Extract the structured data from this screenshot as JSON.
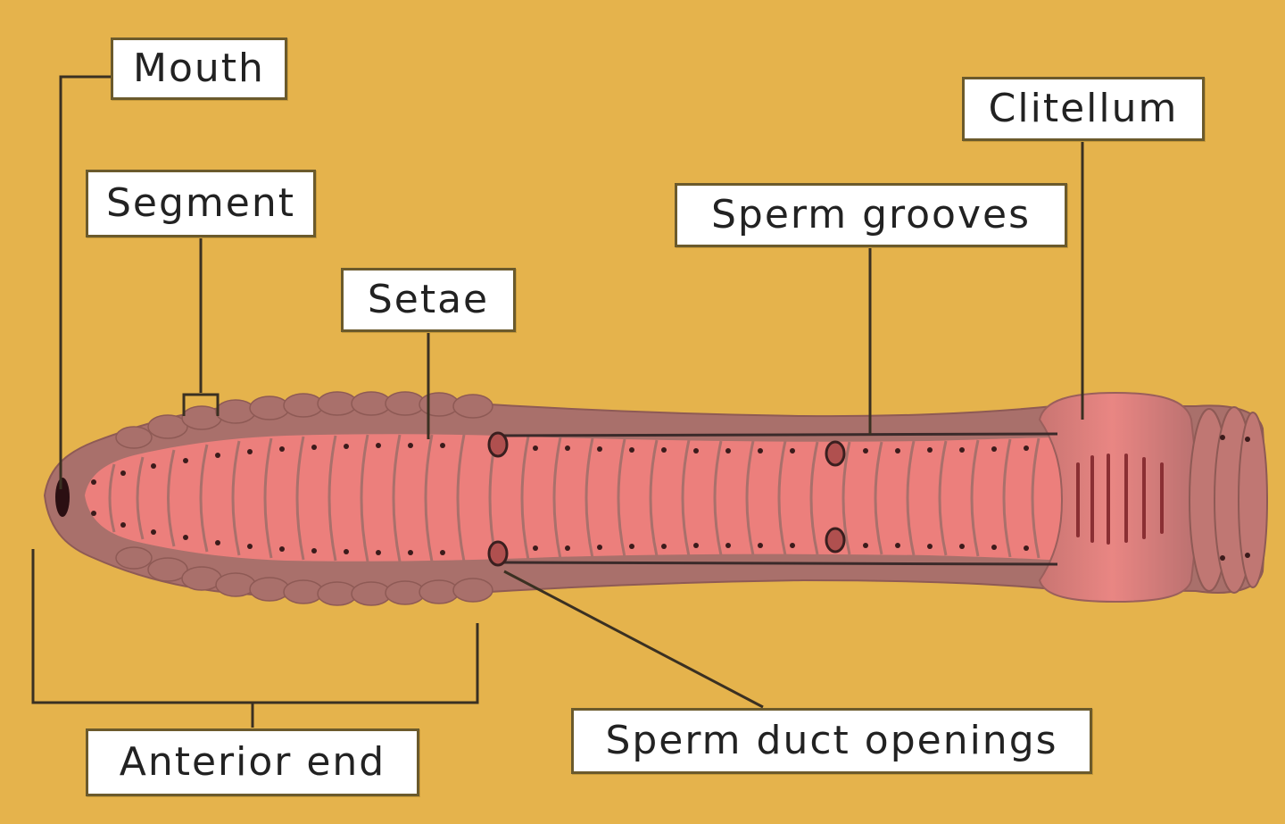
{
  "colors": {
    "background": "#e5b34c",
    "body_pink": "#ec7f7c",
    "segment_brown": "#a9706b",
    "clitellum": "#d7807e",
    "leader_line": "#3a3022",
    "label_border": "#6b5a2c"
  },
  "labels": {
    "mouth": "Mouth",
    "segment": "Segment",
    "setae": "Setae",
    "sperm_grooves": "Sperm grooves",
    "clitellum": "Clitellum",
    "sperm_duct_openings": "Sperm duct openings",
    "anterior_end": "Anterior end"
  }
}
